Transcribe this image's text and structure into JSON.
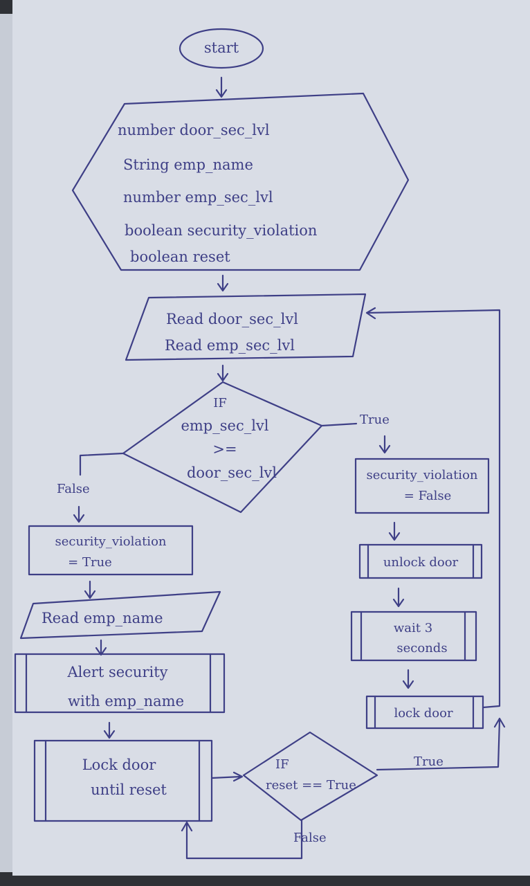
{
  "flowchart": {
    "start": "start",
    "declarations": [
      "number door_sec_lvl",
      "String emp_name",
      "number emp_sec_lvl",
      "boolean security_violation",
      "boolean reset"
    ],
    "read_input": [
      "Read door_sec_lvl",
      "Read emp_sec_lvl"
    ],
    "decision_1": [
      "IF",
      "emp_sec_lvl",
      ">=",
      "door_sec_lvl"
    ],
    "true_label": "True",
    "false_label": "False",
    "set_violation_false": [
      "security_violation",
      "= False"
    ],
    "unlock": "unlock door",
    "wait": [
      "wait 3",
      "seconds"
    ],
    "lock": "lock door",
    "set_violation_true": [
      "security_violation",
      "= True"
    ],
    "read_name": "Read emp_name",
    "alert": [
      "Alert security",
      "with emp_name"
    ],
    "lock_until_reset": [
      "Lock door",
      "until reset"
    ],
    "decision_2": [
      "IF",
      "reset == True"
    ],
    "reset_true_label": "True",
    "reset_false_label": "False"
  }
}
